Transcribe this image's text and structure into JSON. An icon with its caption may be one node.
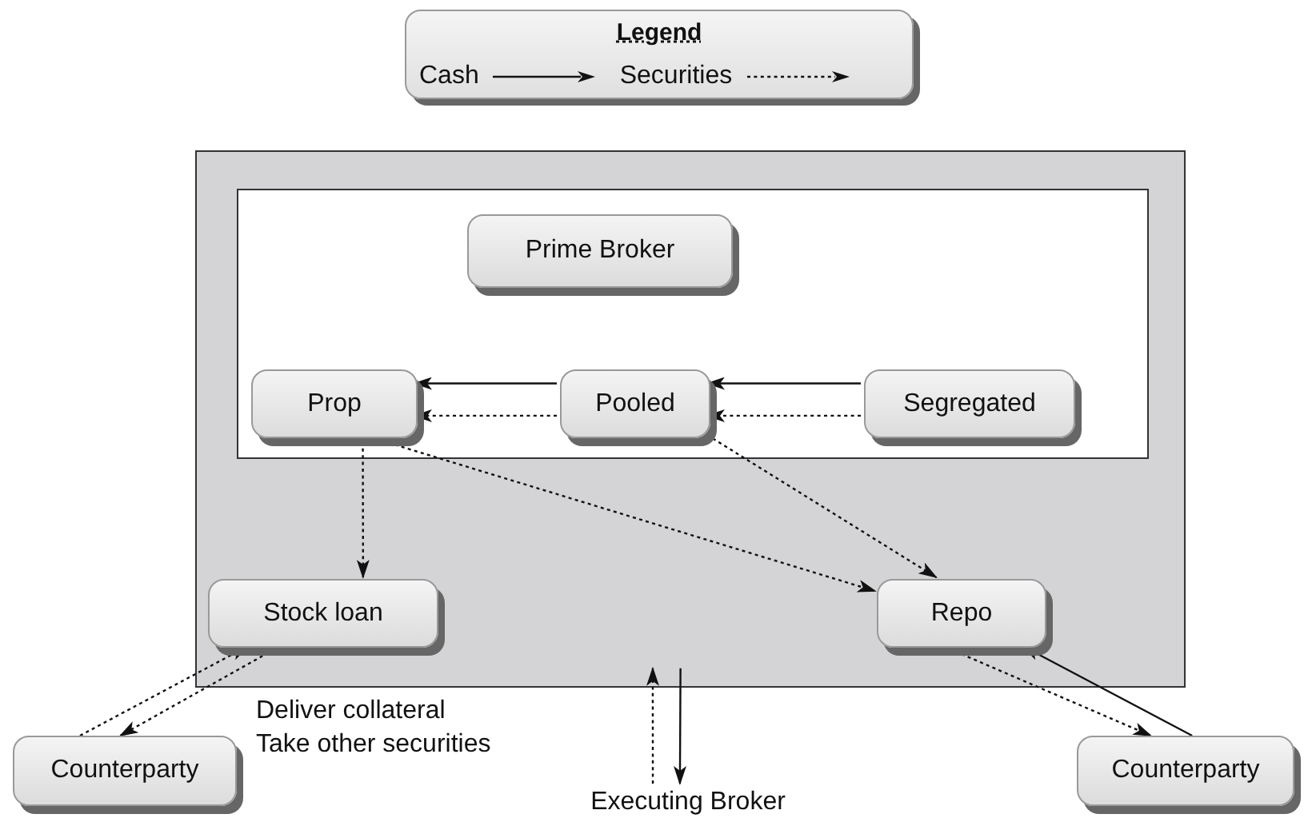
{
  "diagram": {
    "nodes": [
      {
        "text": [],
        "shape": "box"
      },
      {
        "text": [],
        "shape": "box",
        "in": 0
      },
      {
        "text": [
          "Prime Broker"
        ],
        "in": 1
      },
      {
        "text": [
          "Prop"
        ],
        "in": 1
      },
      {
        "text": [
          "Pooled"
        ],
        "in": 1
      },
      {
        "text": [
          "Segregated"
        ],
        "in": 1
      },
      {
        "text": [
          "Stock loan"
        ],
        "in": 0
      },
      {
        "text": [
          "Repo"
        ],
        "in": 0
      },
      {
        "text": [
          "Counterparty"
        ]
      },
      {
        "text": [
          "Counterparty"
        ]
      },
      {
        "text": [
          "Executing Broker"
        ]
      }
    ],
    "edges": [
      {
        "from": 4,
        "to": 3,
        "arrow": "to"
      },
      {
        "from": 4,
        "to": 3,
        "arrow": "to",
        "style": "dashed"
      },
      {
        "from": 5,
        "to": 4,
        "arrow": "to"
      },
      {
        "from": 5,
        "to": 4,
        "arrow": "to",
        "style": "dashed"
      },
      {
        "from": 3,
        "to": 6,
        "arrow": "to",
        "style": "dashed"
      },
      {
        "from": 3,
        "to": 7,
        "arrow": "to",
        "style": "dashed"
      },
      {
        "from": 4,
        "to": 7,
        "arrow": "to",
        "style": "dashed"
      },
      {
        "from": 8,
        "to": 6,
        "arrow": "to",
        "style": "dashed"
      },
      {
        "from": 6,
        "to": 8,
        "arrow": "to",
        "style": "dashed"
      },
      {
        "from": 7,
        "to": 9,
        "arrow": "to",
        "style": "dashed"
      },
      {
        "from": 9,
        "to": 7,
        "arrow": "to"
      },
      {
        "from": 10,
        "to": 0,
        "arrow": "to",
        "style": "dashed"
      },
      {
        "from": 0,
        "to": 10,
        "arrow": "to"
      }
    ],
    "labels": [
      "Legend",
      "Deliver collateral",
      "Take other securities"
    ],
    "legend": [
      {
        "text": "Cash"
      },
      {
        "text": "Securities"
      }
    ]
  }
}
